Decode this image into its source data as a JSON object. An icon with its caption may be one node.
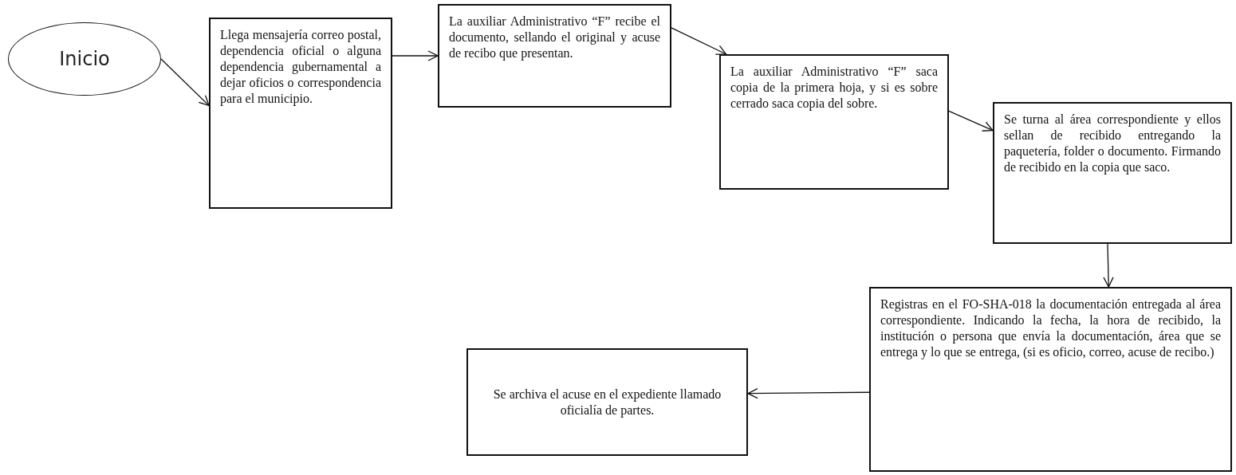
{
  "diagram": {
    "nodes": [
      {
        "text": [
          "Inicio"
        ]
      },
      {
        "text": [
          "Llega mensajería correo postal, dependencia oficial o alguna dependencia gubernamental a dejar oficios o correspondencia para el municipio."
        ]
      },
      {
        "text": [
          "La auxiliar Administrativo “F” recibe el documento, sellando el original y acuse de recibo que presentan."
        ]
      },
      {
        "text": [
          "La auxiliar Administrativo “F” saca copia de la primera hoja, y si es sobre cerrado saca copia del sobre."
        ]
      },
      {
        "text": [
          "Se turna al área correspondiente y ellos sellan de recibido entregando la paquetería, folder o documento. Firmando de recibido en la copia que saco."
        ]
      },
      {
        "text": [
          "Registras en el FO-SHA-018 la documentación entregada al área correspondiente. Indicando la fecha, la hora de recibido, la institución o persona que envía la documentación, área que se entrega y lo que se entrega, (si es oficio, correo, acuse de recibo.)"
        ]
      },
      {
        "text": [
          "Se archiva el acuse en el expediente llamado oficialía de partes."
        ]
      }
    ],
    "edges": [
      {
        "from": 0,
        "to": 1,
        "arrow": "to"
      },
      {
        "from": 1,
        "to": 2,
        "arrow": "to"
      },
      {
        "from": 2,
        "to": 3,
        "arrow": "to"
      },
      {
        "from": 3,
        "to": 4,
        "arrow": "to"
      },
      {
        "from": 4,
        "to": 5,
        "arrow": "to"
      },
      {
        "from": 5,
        "to": 6,
        "arrow": "to"
      }
    ]
  }
}
